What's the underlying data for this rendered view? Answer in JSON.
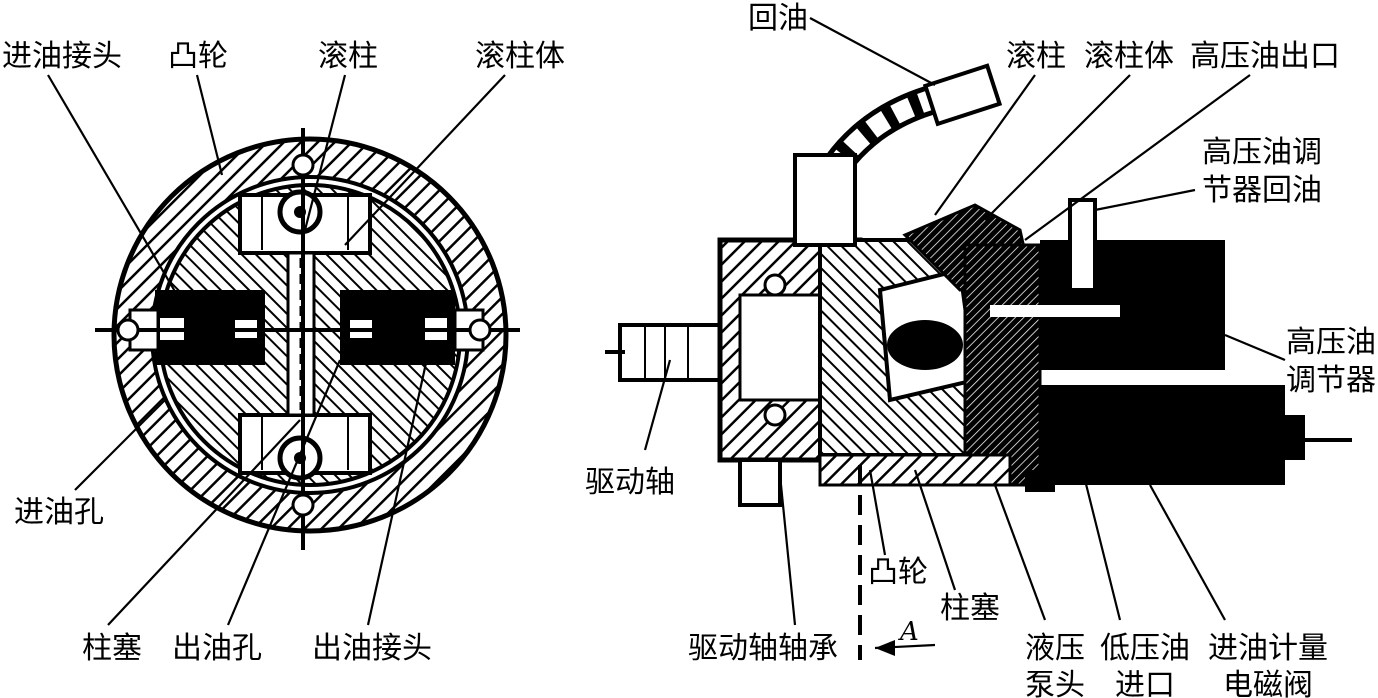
{
  "left_view": {
    "labels": {
      "inlet_fitting": "进油接头",
      "cam": "凸轮",
      "roller": "滚柱",
      "roller_body": "滚柱体",
      "inlet_hole": "进油孔",
      "plunger": "柱塞",
      "outlet_hole": "出油孔",
      "outlet_fitting": "出油接头"
    }
  },
  "right_view": {
    "labels": {
      "return_oil": "回油",
      "roller": "滚柱",
      "roller_body": "滚柱体",
      "hp_outlet": "高压油出口",
      "hp_regulator_return_1": "高压油调",
      "hp_regulator_return_2": "节器回油",
      "hp_regulator_1": "高压油",
      "hp_regulator_2": "调节器",
      "drive_shaft": "驱动轴",
      "cam": "凸轮",
      "plunger": "柱塞",
      "drive_shaft_bearing": "驱动轴轴承",
      "hydraulic_head_1": "液压",
      "hydraulic_head_2": "泵头",
      "low_pressure_inlet_1": "低压油",
      "low_pressure_inlet_2": "进口",
      "metering_valve_1": "进油计量",
      "metering_valve_2": "电磁阀",
      "view_marker": "A"
    }
  }
}
